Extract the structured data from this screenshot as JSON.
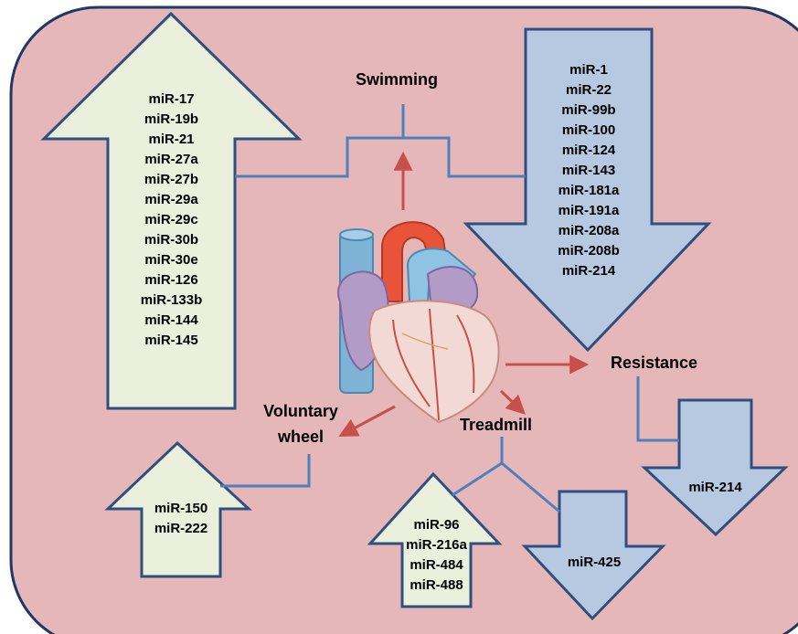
{
  "colors": {
    "background": "#e6b7b8",
    "frame": "#1f3864",
    "up_arrow_fill": "#ebf0dc",
    "down_arrow_fill": "#b7c9e0",
    "arrow_stroke": "#2f4f7f",
    "connector": "#4f7fbd",
    "red_arrow": "#c8504a"
  },
  "labels": {
    "swimming": "Swimming",
    "resistance": "Resistance",
    "treadmill": "Treadmill",
    "voluntary_wheel_line1": "Voluntary",
    "voluntary_wheel_line2": "wheel"
  },
  "swimming_up": [
    "miR-17",
    "miR-19b",
    "miR-21",
    "miR-27a",
    "miR-27b",
    "miR-29a",
    "miR-29c",
    "miR-30b",
    "miR-30e",
    "miR-126",
    "miR-133b",
    "miR-144",
    "miR-145"
  ],
  "swimming_down": [
    "miR-1",
    "miR-22",
    "miR-99b",
    "miR-100",
    "miR-124",
    "miR-143",
    "miR-181a",
    "miR-191a",
    "miR-208a",
    "miR-208b",
    "miR-214"
  ],
  "voluntary_wheel_up": [
    "miR-150",
    "miR-222"
  ],
  "treadmill_up": [
    "miR-96",
    "miR-216a",
    "miR-484",
    "miR-488"
  ],
  "treadmill_down": [
    "miR-425"
  ],
  "resistance_down": [
    "miR-214"
  ]
}
